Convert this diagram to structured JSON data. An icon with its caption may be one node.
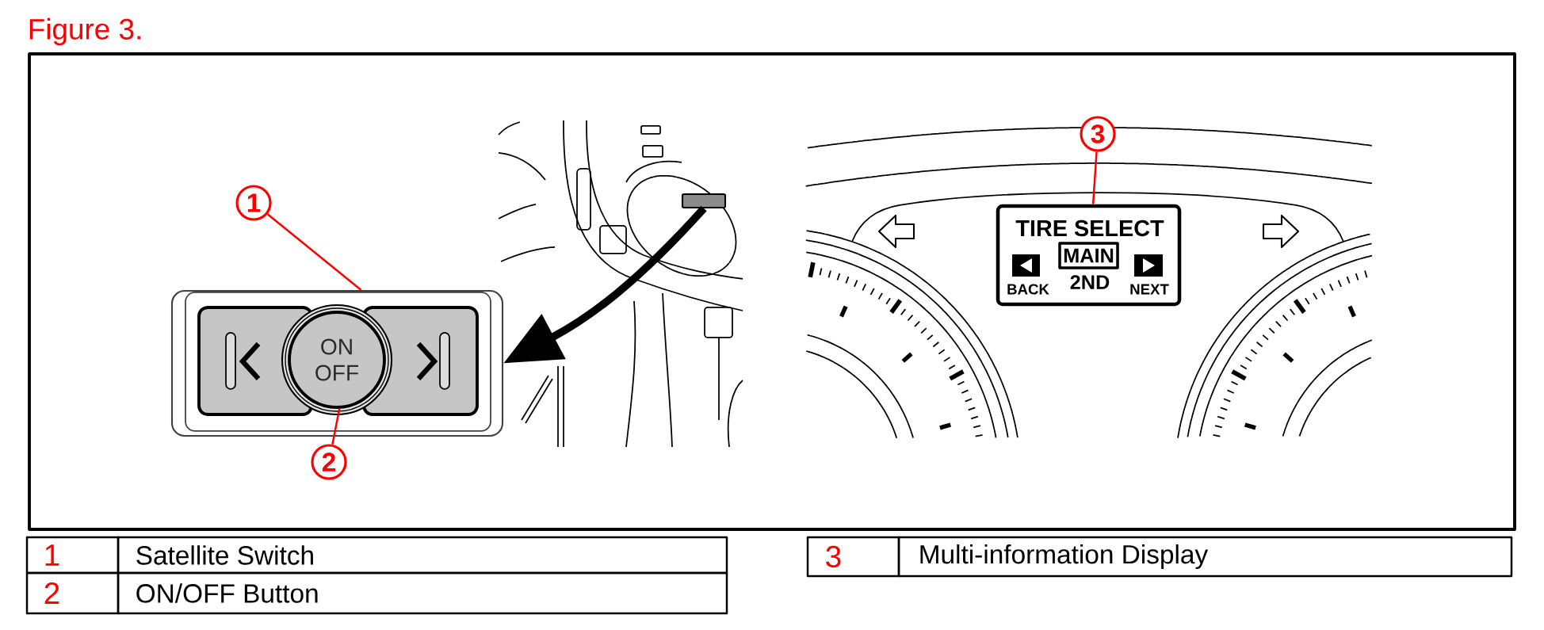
{
  "diagram": {
    "title": "Figure 3.",
    "nodes": [
      {
        "text": [
          "1"
        ]
      },
      {
        "text": [],
        "shape": "box"
      },
      {
        "text": [
          "ON OFF"
        ],
        "in": 1
      },
      {
        "text": [
          "2"
        ]
      },
      {
        "text": [],
        "shape": "box"
      },
      {
        "text": [
          "3"
        ]
      },
      {
        "text": [
          "TIRE SELECT",
          "BACK",
          "2ND",
          "NEXT"
        ]
      },
      {
        "text": [
          "MAIN"
        ],
        "in": 6
      }
    ],
    "edges": [
      {
        "from": 0,
        "to": 1,
        "arrow": "none"
      },
      {
        "from": 4,
        "to": 1,
        "arrow": "to",
        "style": "thick",
        "color": "#000000"
      },
      {
        "from": 3,
        "to": 2,
        "arrow": "none"
      },
      {
        "from": 5,
        "to": 6,
        "arrow": "none"
      }
    ],
    "labels": [
      "1",
      "Satellite Switch",
      "2",
      "ON/OFF Button",
      "3",
      "Multi-information Display"
    ]
  }
}
